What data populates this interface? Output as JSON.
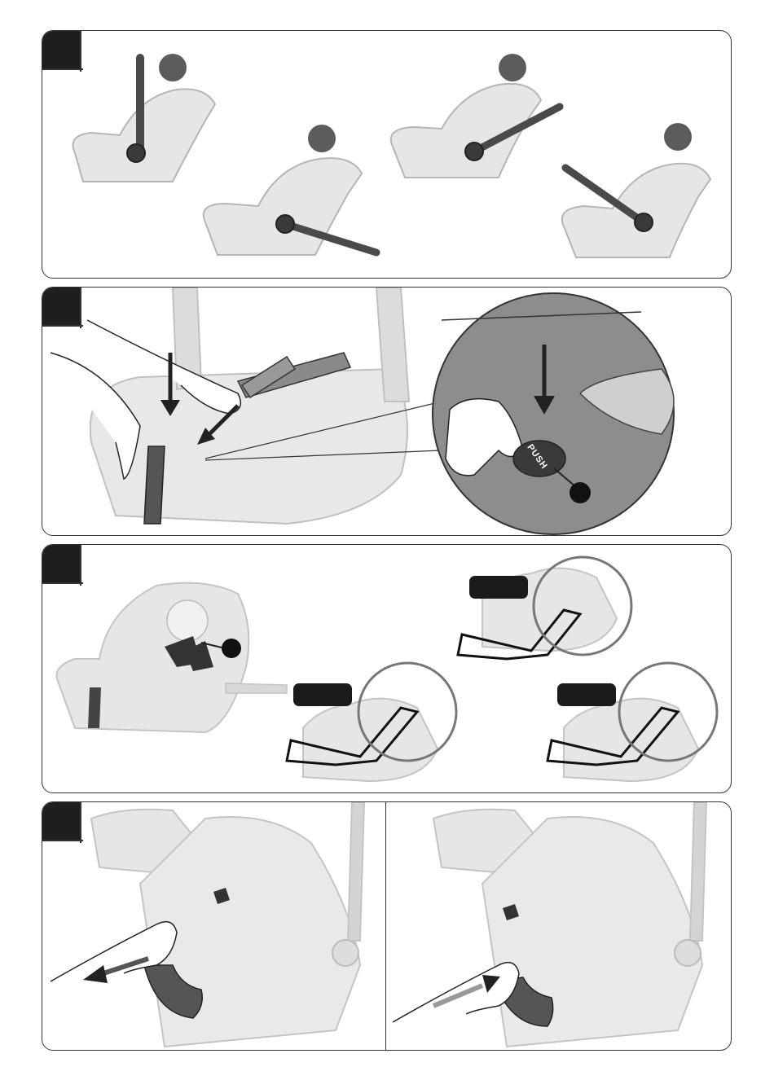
{
  "panels": [
    {
      "id": "handle-positions"
    },
    {
      "id": "harness-release"
    },
    {
      "id": "harness-routing"
    },
    {
      "id": "belt-adjust"
    }
  ],
  "push_button": {
    "label": "PUSH"
  },
  "colors": {
    "seat_fill": "#e6e6e6",
    "seat_stroke": "#b5b5b5",
    "handle": "#4a4a4a",
    "marker": "#5c5c5c",
    "dark": "#1b1b1b",
    "button": "#3a3a3a"
  }
}
